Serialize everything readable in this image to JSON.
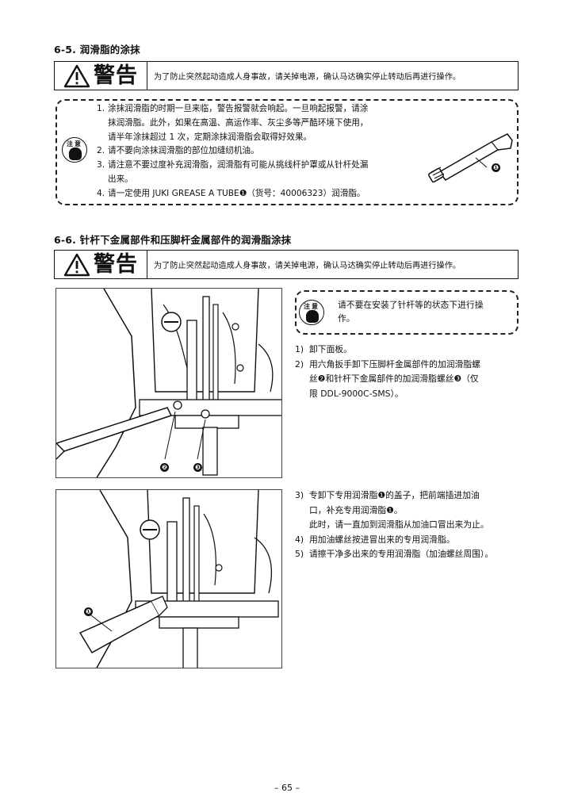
{
  "section1": {
    "title": "6-5. 润滑脂的涂抹",
    "warning": {
      "label": "警告",
      "text": "为了防止突然起动造成人身事故，请关掉电源，确认马达确实停止转动后再进行操作。"
    },
    "caution": {
      "badge_text": "注意",
      "items": [
        {
          "num": "1.",
          "lines": [
            "涂抹润滑脂的时期一旦来临，警告报警就会响起。一旦响起报警，请涂",
            "抹润滑脂。此外，如果在高温、高运作率、灰尘多等严酷环境下使用，",
            "请半年涂抹超过 1 次，定期涂抹润滑脂会取得好效果。"
          ]
        },
        {
          "num": "2.",
          "lines": [
            "请不要向涂抹润滑脂的部位加缝纫机油。"
          ]
        },
        {
          "num": "3.",
          "lines": [
            "请注意不要过度补充润滑脂，润滑脂有可能从挑线杆护罩或从针杆处漏",
            "出来。"
          ]
        },
        {
          "num": "4.",
          "lines": [
            "请一定使用 JUKI GREASE A TUBE❶（货号：40006323）润滑脂。"
          ]
        }
      ],
      "figure_callout": "❶"
    }
  },
  "section2": {
    "title": "6-6. 针杆下金属部件和压脚杆金属部件的润滑脂涂抹",
    "warning": {
      "label": "警告",
      "text": "为了防止突然起动造成人身事故，请关掉电源，确认马达确实停止转动后再进行操作。"
    },
    "caution": {
      "badge_text": "注意",
      "lines": [
        "请不要在安装了针杆等的状态下进行操",
        "作。"
      ]
    },
    "figure1_callouts": [
      "❷",
      "❸"
    ],
    "figure2_callouts": [
      "❶"
    ],
    "steps_a": [
      {
        "num": "1)",
        "lines": [
          "卸下面板。"
        ]
      },
      {
        "num": "2)",
        "lines": [
          "用六角扳手卸下压脚杆金属部件的加润滑脂螺",
          "丝❷和针杆下金属部件的加润滑脂螺丝❸（仅",
          "限 DDL-9000C-SMS）。"
        ]
      }
    ],
    "steps_b": [
      {
        "num": "3)",
        "lines": [
          "专卸下专用润滑脂❶的盖子，把前端插进加油",
          "口，补充专用润滑脂❶。",
          "此时，请一直加到润滑脂从加油口冒出来为止。"
        ]
      },
      {
        "num": "4)",
        "lines": [
          "用加油螺丝按进冒出来的专用润滑脂。"
        ]
      },
      {
        "num": "5)",
        "lines": [
          "请擦干净多出来的专用润滑脂（加油螺丝周围）。"
        ]
      }
    ]
  },
  "page_number": "– 65 –"
}
